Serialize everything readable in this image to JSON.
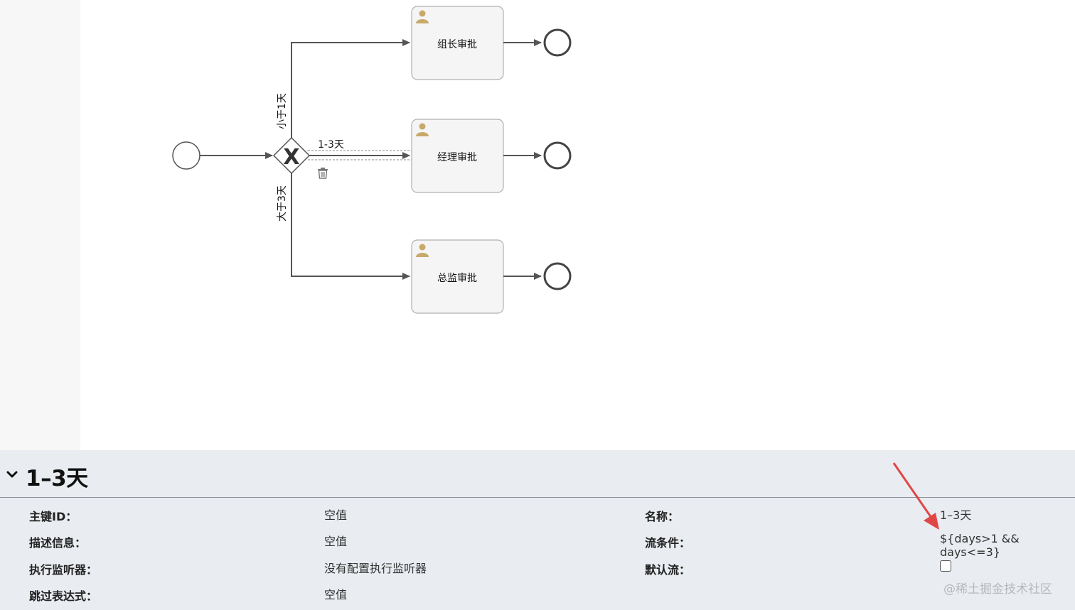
{
  "diagram": {
    "tasks": [
      {
        "id": "task-leader",
        "label": "组长审批",
        "icon": "user-icon"
      },
      {
        "id": "task-manager",
        "label": "经理审批",
        "icon": "user-icon"
      },
      {
        "id": "task-director",
        "label": "总监审批",
        "icon": "user-icon"
      }
    ],
    "gateway": {
      "type": "exclusive",
      "glyph": "X"
    },
    "flows": {
      "less_than_1": "小于1天",
      "one_to_three": "1-3天",
      "greater_than_3": "大于3天"
    },
    "colors": {
      "task_fill": "#f5f5f5",
      "task_stroke": "#b0b0b0",
      "edge": "#555555",
      "user_icon": "#c8a96a",
      "selected_flow": "#777777"
    }
  },
  "properties": {
    "title": "1–3天",
    "fields": {
      "id_label": "主键ID：",
      "id_value": "空值",
      "description_label": "描述信息：",
      "description_value": "空值",
      "listener_label": "执行监听器：",
      "listener_value": "没有配置执行监听器",
      "skip_label": "跳过表达式：",
      "skip_value": "空值",
      "name_label": "名称：",
      "name_value": "1–3天",
      "condition_label": "流条件：",
      "condition_value": "${days>1 && days<=3}",
      "default_flow_label": "默认流："
    },
    "default_flow_checked": false
  },
  "watermark": "@稀土掘金技术社区",
  "annotation": {
    "color": "#e04646"
  }
}
